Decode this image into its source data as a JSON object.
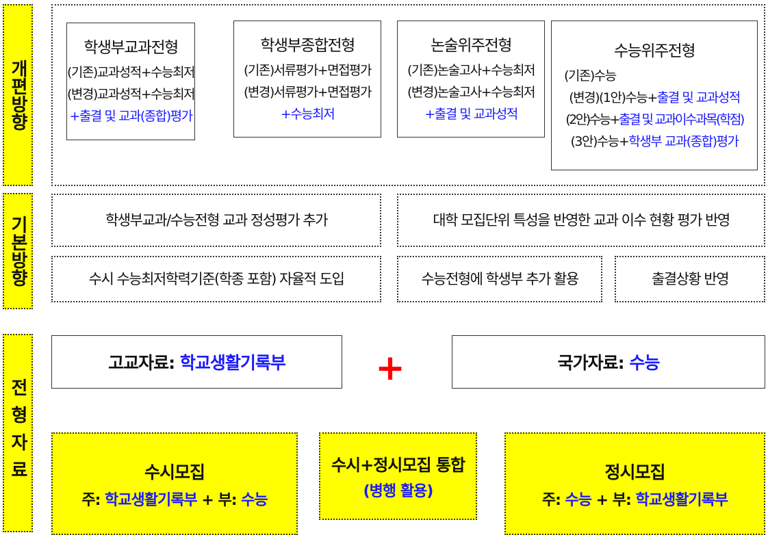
{
  "side": {
    "reform": "개편방향",
    "basic": "기본방향",
    "data": "전형자료"
  },
  "reform": {
    "b1": {
      "title": "학생부교과전형",
      "l1": "(기존)교과성적+수능최저",
      "l2": "(변경)교과성적+수능최저",
      "l3": "+출결 및 교과(종합)평가"
    },
    "b2": {
      "title": "학생부종합전형",
      "l1": "(기존)서류평가+면접평가",
      "l2": "(변경)서류평가+면접평가",
      "l3": "+수능최저"
    },
    "b3": {
      "title": "논술위주전형",
      "l1": "(기존)논술고사+수능최저",
      "l2": "(변경)논술고사+수능최저",
      "l3": "+출결 및 교과성적"
    },
    "b4": {
      "title": "수능위주전형",
      "l1": "(기존)수능",
      "l2a": "(변경)(1안)수능+",
      "l2b": "출결 및 교과성적",
      "l3a": "(2안)수능+",
      "l3b": "출결 및 교과이수과목(학점)",
      "l4a": "(3안)수능+",
      "l4b": "학생부 교과(종합)평가"
    }
  },
  "basic": {
    "i1": "학생부교과/수능전형 교과 정성평가 추가",
    "i2": "대학 모집단위 특성을 반영한 교과 이수 현황 평가 반영",
    "i3": "수시 수능최저학력기준(학종 포함) 자율적 도입",
    "i4": "수능전형에 학생부 추가 활용",
    "i5": "출결상황 반영"
  },
  "data": {
    "school_label": "고교자료: ",
    "school_value": "학교생활기록부",
    "plus": "+",
    "nation_label": "국가자료: ",
    "nation_value": "수능",
    "susi": {
      "title": "수시모집",
      "p1": "주: ",
      "v1": "학교생활기록부",
      "p2": " + 부: ",
      "v2": "수능"
    },
    "integ": {
      "title": "수시+정시모집 통합",
      "sub": "(병행 활용)"
    },
    "jeongsi": {
      "title": "정시모집",
      "p1": "주: ",
      "v1": "수능",
      "p2": " + 부: ",
      "v2": "학교생활기록부"
    }
  }
}
